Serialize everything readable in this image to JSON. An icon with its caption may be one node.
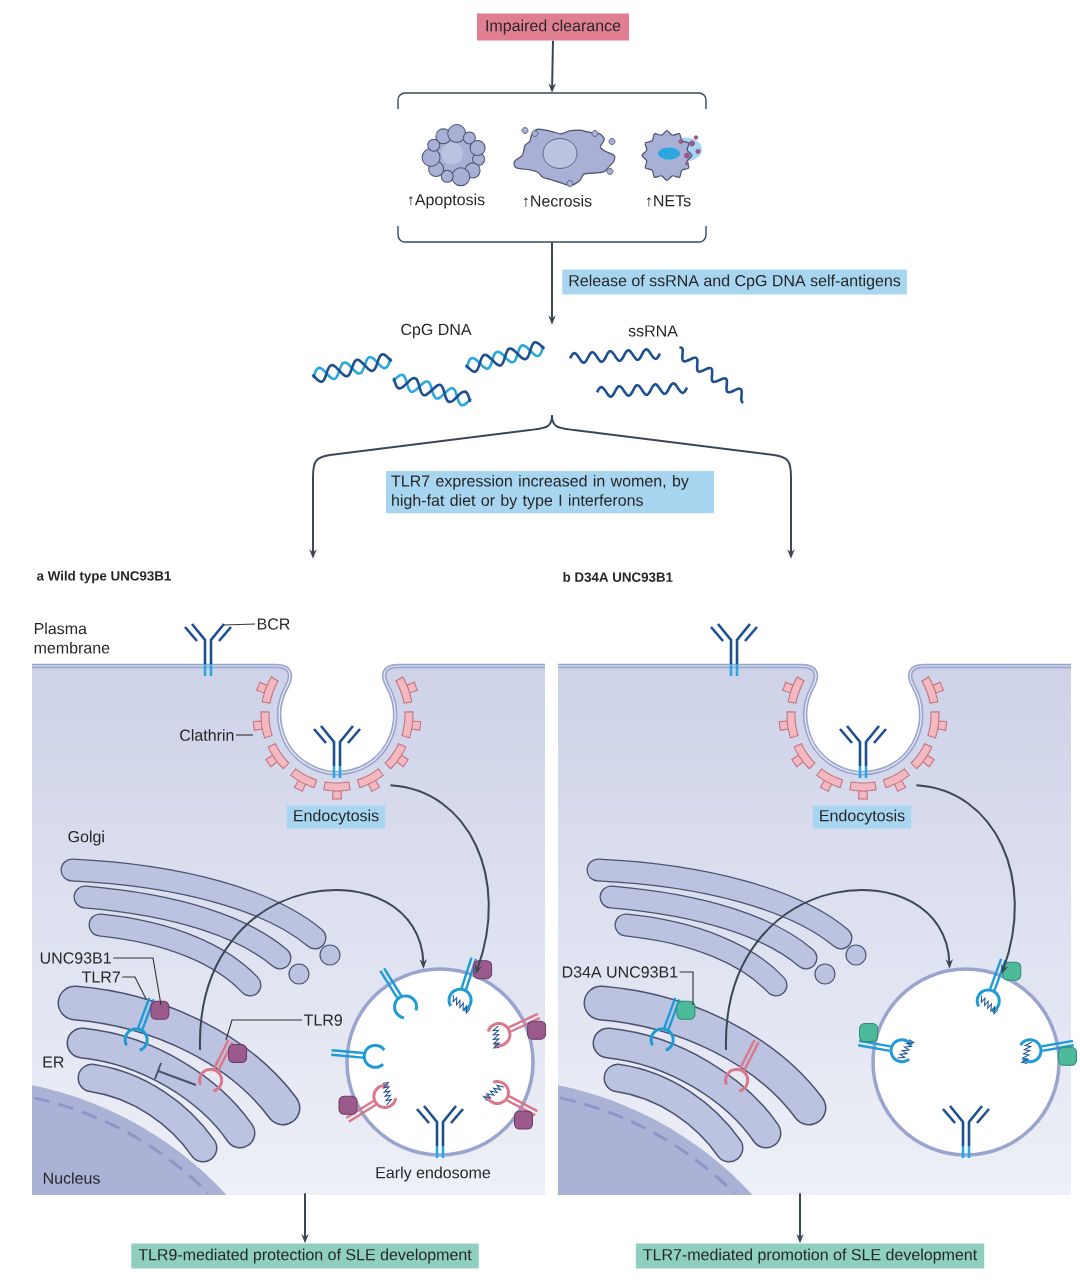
{
  "diagram": {
    "nodes": [
      {
        "text": [
          "Impaired clearance"
        ]
      },
      {
        "text": [],
        "shape": "box"
      },
      {
        "text": [
          "↑Apoptosis"
        ],
        "in": 1
      },
      {
        "text": [
          "↑Necrosis"
        ],
        "in": 1
      },
      {
        "text": [
          "↑NETs"
        ],
        "in": 1
      },
      {
        "text": [
          "CpG DNA",
          "ssRNA"
        ]
      },
      {
        "text": [
          "a Wild type UNC93B1"
        ]
      },
      {
        "text": [
          "BCR"
        ],
        "in": 6
      },
      {
        "text": [
          "Clathrin"
        ],
        "in": 6
      },
      {
        "text": [
          "Endocytosis"
        ],
        "in": 6
      },
      {
        "text": [
          "UNC93B1"
        ],
        "in": 6
      },
      {
        "text": [
          "TLR7"
        ],
        "in": 6
      },
      {
        "text": [
          "TLR9"
        ],
        "in": 6
      },
      {
        "text": [
          "ER"
        ],
        "in": 6
      },
      {
        "text": [
          "Early endosome"
        ],
        "in": 6
      },
      {
        "text": [
          "b D34A UNC93B1"
        ]
      },
      {
        "text": [
          "Endocytosis"
        ],
        "in": 15
      },
      {
        "text": [
          "D34A UNC93B1"
        ],
        "in": 15
      },
      {
        "text": [],
        "shape": "picture",
        "in": 15
      },
      {
        "text": [],
        "shape": "circle",
        "in": 15
      },
      {
        "text": [
          "TLR9-mediated protection of SLE development"
        ]
      },
      {
        "text": [
          "TLR7-mediated promotion of SLE development"
        ]
      }
    ],
    "edges": [
      {
        "from": 0,
        "to": 1,
        "arrow": "to"
      },
      {
        "from": 1,
        "to": 5,
        "arrow": "to",
        "label": "Release of ssRNA and CpG DNA self-antigens"
      },
      {
        "from": 5,
        "to": 6,
        "arrow": "to"
      },
      {
        "from": 5,
        "to": 15,
        "arrow": "to"
      },
      {
        "from": 9,
        "to": 14,
        "arrow": "to"
      },
      {
        "from": 13,
        "to": 14,
        "arrow": "to"
      },
      {
        "from": 16,
        "to": 19,
        "arrow": "to"
      },
      {
        "from": 18,
        "to": 19,
        "arrow": "to"
      },
      {
        "from": 6,
        "to": 20,
        "arrow": "to"
      },
      {
        "from": 15,
        "to": 21,
        "arrow": "to"
      },
      {
        "from": 7,
        "to": null,
        "arrow": "none"
      },
      {
        "from": 8,
        "to": null,
        "arrow": "none"
      },
      {
        "from": 10,
        "to": 13,
        "arrow": "none"
      },
      {
        "from": 11,
        "to": 13,
        "arrow": "none"
      },
      {
        "from": 12,
        "to": 13,
        "arrow": "none"
      },
      {
        "from": 17,
        "to": 18,
        "arrow": "none"
      }
    ],
    "labels": [
      "TLR7 expression increased in women, by high-fat diet or by type I interferons",
      "Plasma membrane",
      "Golgi",
      "Nucleus"
    ]
  }
}
